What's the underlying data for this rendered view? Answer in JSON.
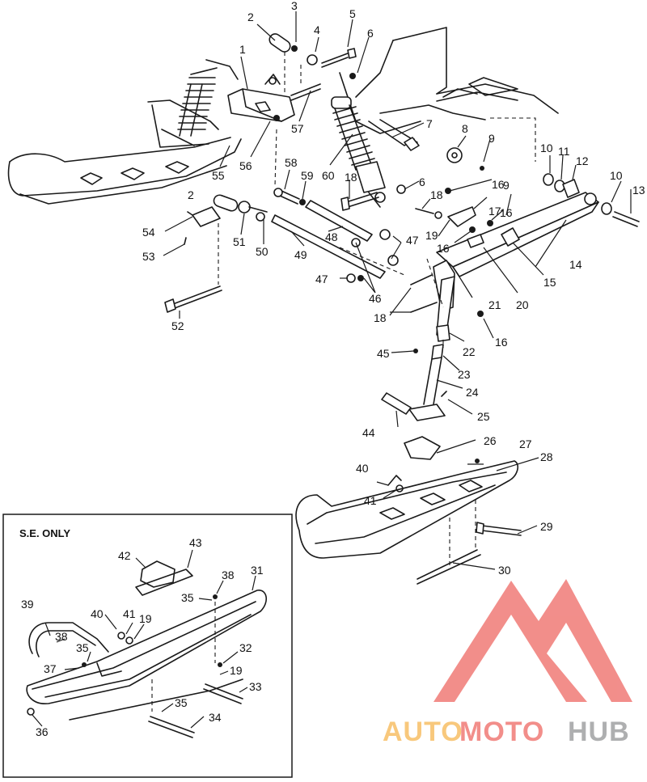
{
  "inset": {
    "title": "S.E. ONLY"
  },
  "callouts": {
    "c1": "1",
    "c2": "2",
    "c2b": "2",
    "c3": "3",
    "c4": "4",
    "c5": "5",
    "c6": "6",
    "c6b": "6",
    "c7": "7",
    "c8": "8",
    "c9": "9",
    "c9b": "9",
    "c10": "10",
    "c10b": "10",
    "c11": "11",
    "c12": "12",
    "c13": "13",
    "c14": "14",
    "c15": "15",
    "c16": "16",
    "c16b": "16",
    "c16c": "16",
    "c16d": "16",
    "c17": "17",
    "c18": "18",
    "c18b": "18",
    "c18c": "18",
    "c19": "19",
    "c20": "20",
    "c21": "21",
    "c22": "22",
    "c23": "23",
    "c24": "24",
    "c25": "25",
    "c26": "26",
    "c27": "27",
    "c28": "28",
    "c29": "29",
    "c30": "30",
    "c40": "40",
    "c41": "41",
    "c44": "44",
    "c45": "45",
    "c46": "46",
    "c47": "47",
    "c47b": "47",
    "c48": "48",
    "c49": "49",
    "c50": "50",
    "c51": "51",
    "c52": "52",
    "c53": "53",
    "c54": "54",
    "c55": "55",
    "c56": "56",
    "c57": "57",
    "c58": "58",
    "c59": "59",
    "c60": "60",
    "i19": "19",
    "i19b": "19",
    "i31": "31",
    "i32": "32",
    "i33": "33",
    "i34": "34",
    "i35": "35",
    "i35b": "35",
    "i35c": "35",
    "i36": "36",
    "i37": "37",
    "i38": "38",
    "i38b": "38",
    "i39": "39",
    "i40": "40",
    "i41": "41",
    "i42": "42",
    "i43": "43"
  },
  "watermark": {
    "part1": "AUTO",
    "part2": "MOTO",
    "part3": "HUB"
  },
  "colors": {
    "line": "#1a1a1a",
    "watermark_red": "#e8322c",
    "watermark_orange": "#f39c12",
    "watermark_gray": "#6d6e71"
  }
}
